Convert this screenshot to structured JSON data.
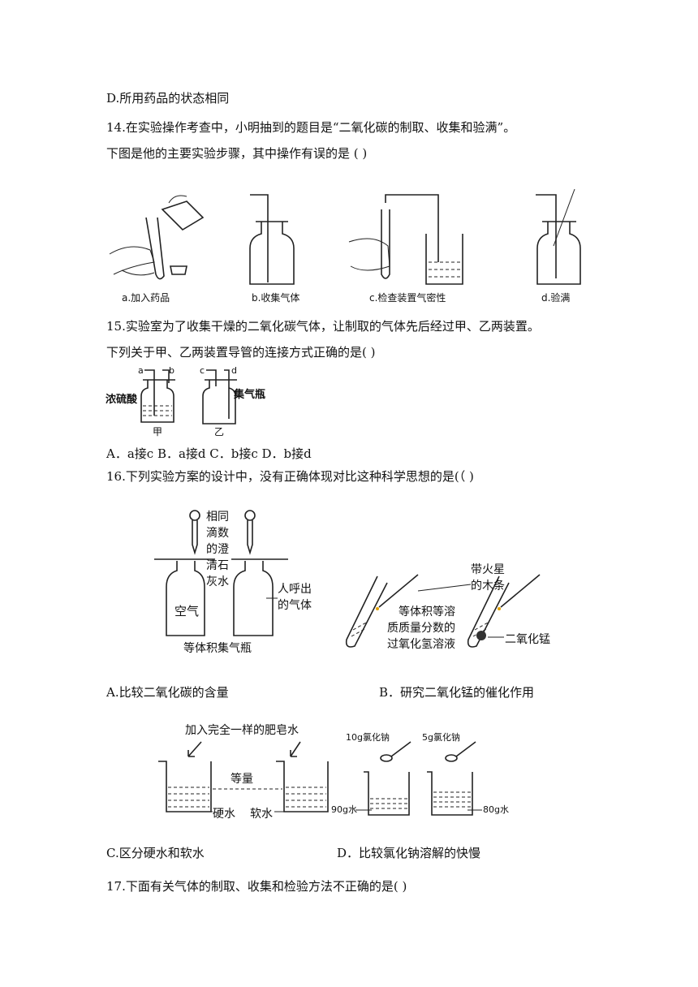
{
  "lines": {
    "d_option": "D.所用药品的状态相同",
    "q14_line1": "14.在实验操作考查中，小明抽到的题目是“二氧化碳的制取、收集和验满”。",
    "q14_line2": "下图是他的主要实验步骤，其中操作有误的是 (         )",
    "q15_line1": "15.实验室为了收集干燥的二氧化碳气体，让制取的气体先后经过甲、乙两装置。",
    "q15_line2": "下列关于甲、乙两装置导管的连接方式正确的是(      )",
    "q15_options": "A．a接c   B．a接d     C．b接c     D．b接d",
    "q16_line1": "16.下列实验方案的设计中，没有正确体现对比这种科学思想的是(（       )",
    "q17_line1": "17.下面有关气体的制取、收集和检验方法不正确的是(      )"
  },
  "q14_figure": {
    "captions": [
      "a.加入药品",
      "b.收集气体",
      "c.检查装置气密性",
      "d.验满"
    ]
  },
  "q15_figure": {
    "port_a": "a",
    "port_b": "b",
    "port_c": "c",
    "port_d": "d",
    "label_acid": "浓硫酸",
    "label_bottle": "集气瓶",
    "label_jia": "甲",
    "label_yi": "乙"
  },
  "q16": {
    "figA": {
      "drop_text": [
        "相同",
        "滴数",
        "的澄",
        "清石",
        "灰水"
      ],
      "label_air": "空气",
      "label_breath": [
        "人呼出",
        "的气体"
      ],
      "label_bottles": "等体积集气瓶"
    },
    "figB": {
      "label_splint": [
        "带火星",
        "的木条"
      ],
      "label_solution": [
        "等体积等溶",
        "质质量分数的",
        "过氧化氢溶液"
      ],
      "label_mno2": "二氧化锰"
    },
    "figC": {
      "label_soap": "加入完全一样的肥皂水",
      "label_equal": "等量",
      "label_hard": "硬水",
      "label_soft": "软水"
    },
    "figD": {
      "label_10g": "10g氯化钠",
      "label_5g": "5g氯化钠",
      "label_90g": "90g水",
      "label_80g": "80g水"
    },
    "options": {
      "A": "A.比较二氧化碳的含量",
      "B": "B．研究二氧化锰的催化作用",
      "C": "C.区分硬水和软水",
      "D": "D．比较氯化钠溶解的快慢"
    }
  }
}
